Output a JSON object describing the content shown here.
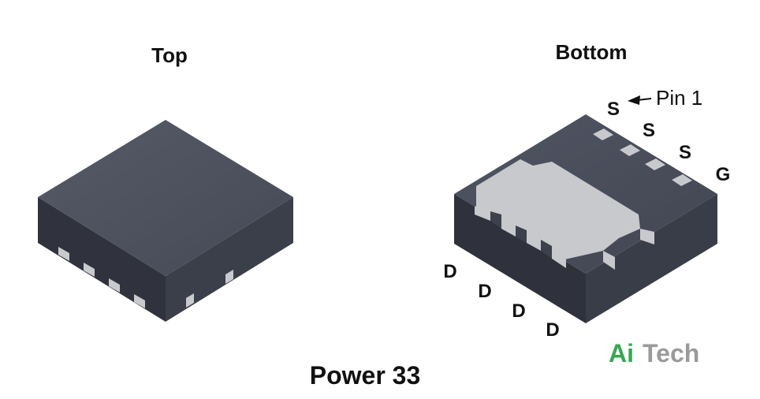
{
  "top_view": {
    "title": "Top"
  },
  "bottom_view": {
    "title": "Bottom",
    "pin1_note": "Pin 1",
    "top_row_pins": [
      "S",
      "S",
      "S",
      "G"
    ],
    "bottom_row_pins": [
      "D",
      "D",
      "D",
      "D"
    ]
  },
  "package_name": "Power 33",
  "watermark": {
    "part1": "Ai",
    "part2": "Tech"
  },
  "colors": {
    "package_top": "#4b4f5c",
    "package_side": "#363a45",
    "package_front": "#2c2f39",
    "pad": "#c8c9cc",
    "watermark_green": "#36a852",
    "watermark_gray": "#9a9a9a"
  }
}
